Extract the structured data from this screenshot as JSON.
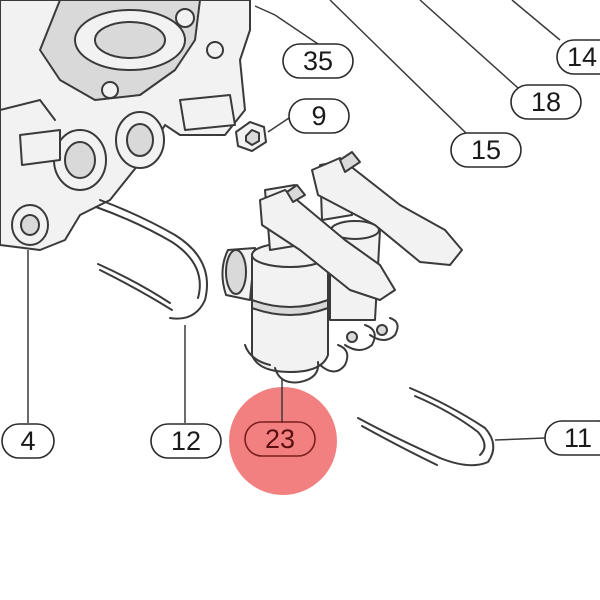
{
  "callouts": {
    "c35": "35",
    "c9": "9",
    "c14": "14",
    "c18": "18",
    "c15": "15",
    "c4": "4",
    "c12": "12",
    "c23": "23",
    "c11": "11"
  },
  "highlight": {
    "target": "23",
    "color": "#f06a6a"
  },
  "colors": {
    "line": "#3a3a3a",
    "fill": "#f2f2f2",
    "background": "#ffffff"
  }
}
